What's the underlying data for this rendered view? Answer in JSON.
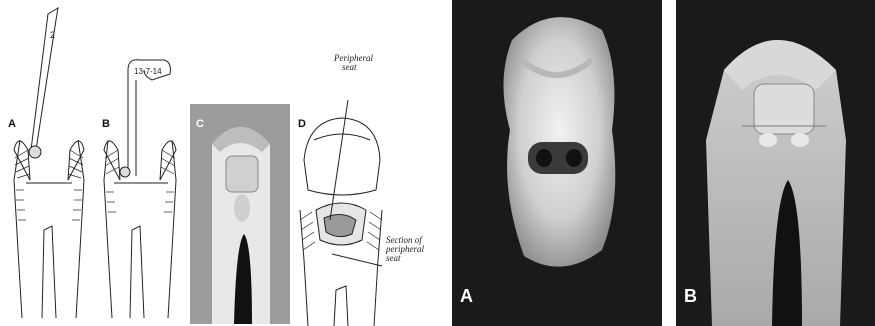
{
  "left_figure": {
    "labels": {
      "a": "A",
      "b": "B",
      "c": "C",
      "d": "D"
    },
    "instrument_a_text": "2",
    "instrument_b_text": "13-7-14",
    "annotation_top": [
      "Peripheral",
      "seat"
    ],
    "annotation_bottom": [
      "Section of",
      "peripheral",
      "seat"
    ]
  },
  "right_figure": {
    "labels": {
      "a": "A",
      "b": "B"
    }
  },
  "colors": {
    "photo_background": "#1a1a1a",
    "photo_c_background": "#9c9c9c",
    "tooth_light": "#e2e2e2",
    "line_ink": "#222222"
  }
}
